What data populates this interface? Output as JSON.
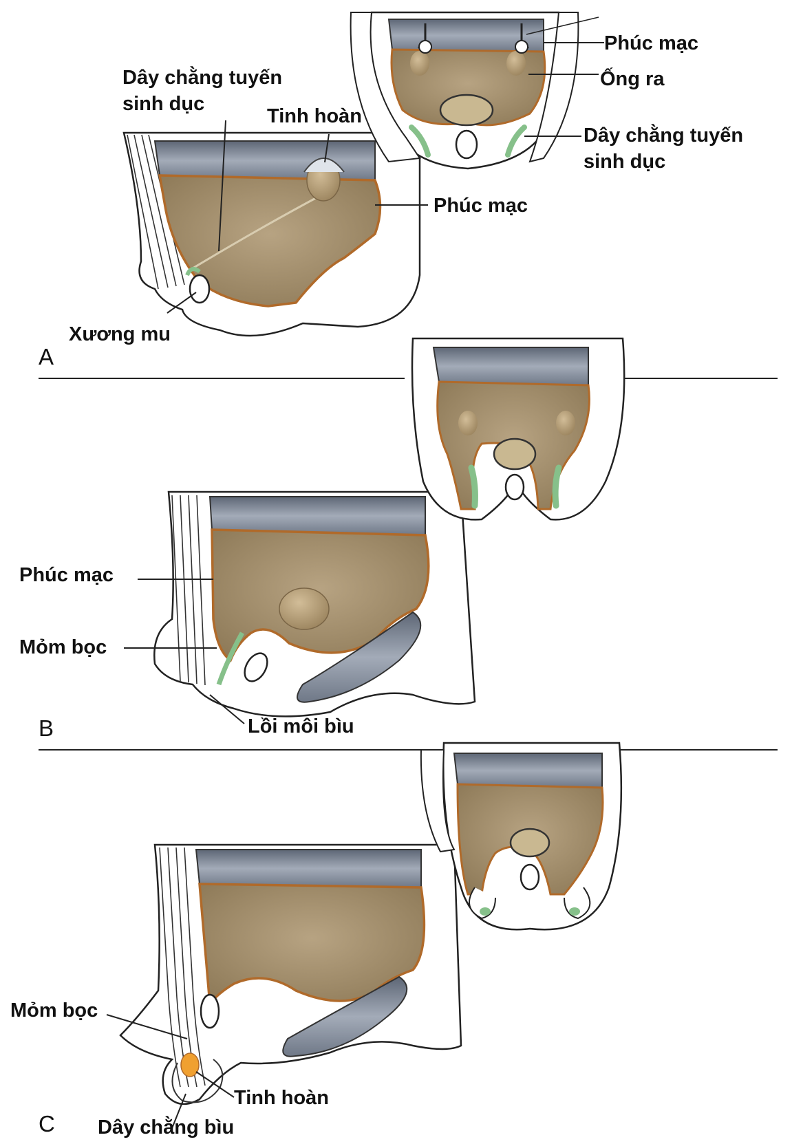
{
  "panels": {
    "a": {
      "letter": "A",
      "labels": {
        "day_chang_tuyen_sinh_duc_1": "Dây chằng tuyến",
        "day_chang_tuyen_sinh_duc_2": "sinh dục",
        "tinh_hoan": "Tinh hoàn",
        "phuc_mac": "Phúc mạc",
        "xuong_mu": "Xương mu",
        "inset_phuc_mac": "Phúc mạc",
        "inset_ong_ra": "Ống ra",
        "inset_day_chang_1": "Dây chằng tuyến",
        "inset_day_chang_2": "sinh dục"
      }
    },
    "b": {
      "letter": "B",
      "labels": {
        "phuc_mac": "Phúc mạc",
        "mom_boc": "Mỏm bọc",
        "loi_moi_biu": "Lồi môi bìu"
      }
    },
    "c": {
      "letter": "C",
      "labels": {
        "mom_boc": "Mỏm bọc",
        "tinh_hoan": "Tinh hoàn",
        "day_chang_biu": "Dây chằng bìu"
      }
    }
  },
  "colors": {
    "cavity": "#a08a66",
    "peritoneum": "#b06a2a",
    "grey_wall": "#7e8796",
    "gubernaculum": "#86c08a",
    "testis": "#b59e78",
    "testis_c": "#f0a030"
  }
}
